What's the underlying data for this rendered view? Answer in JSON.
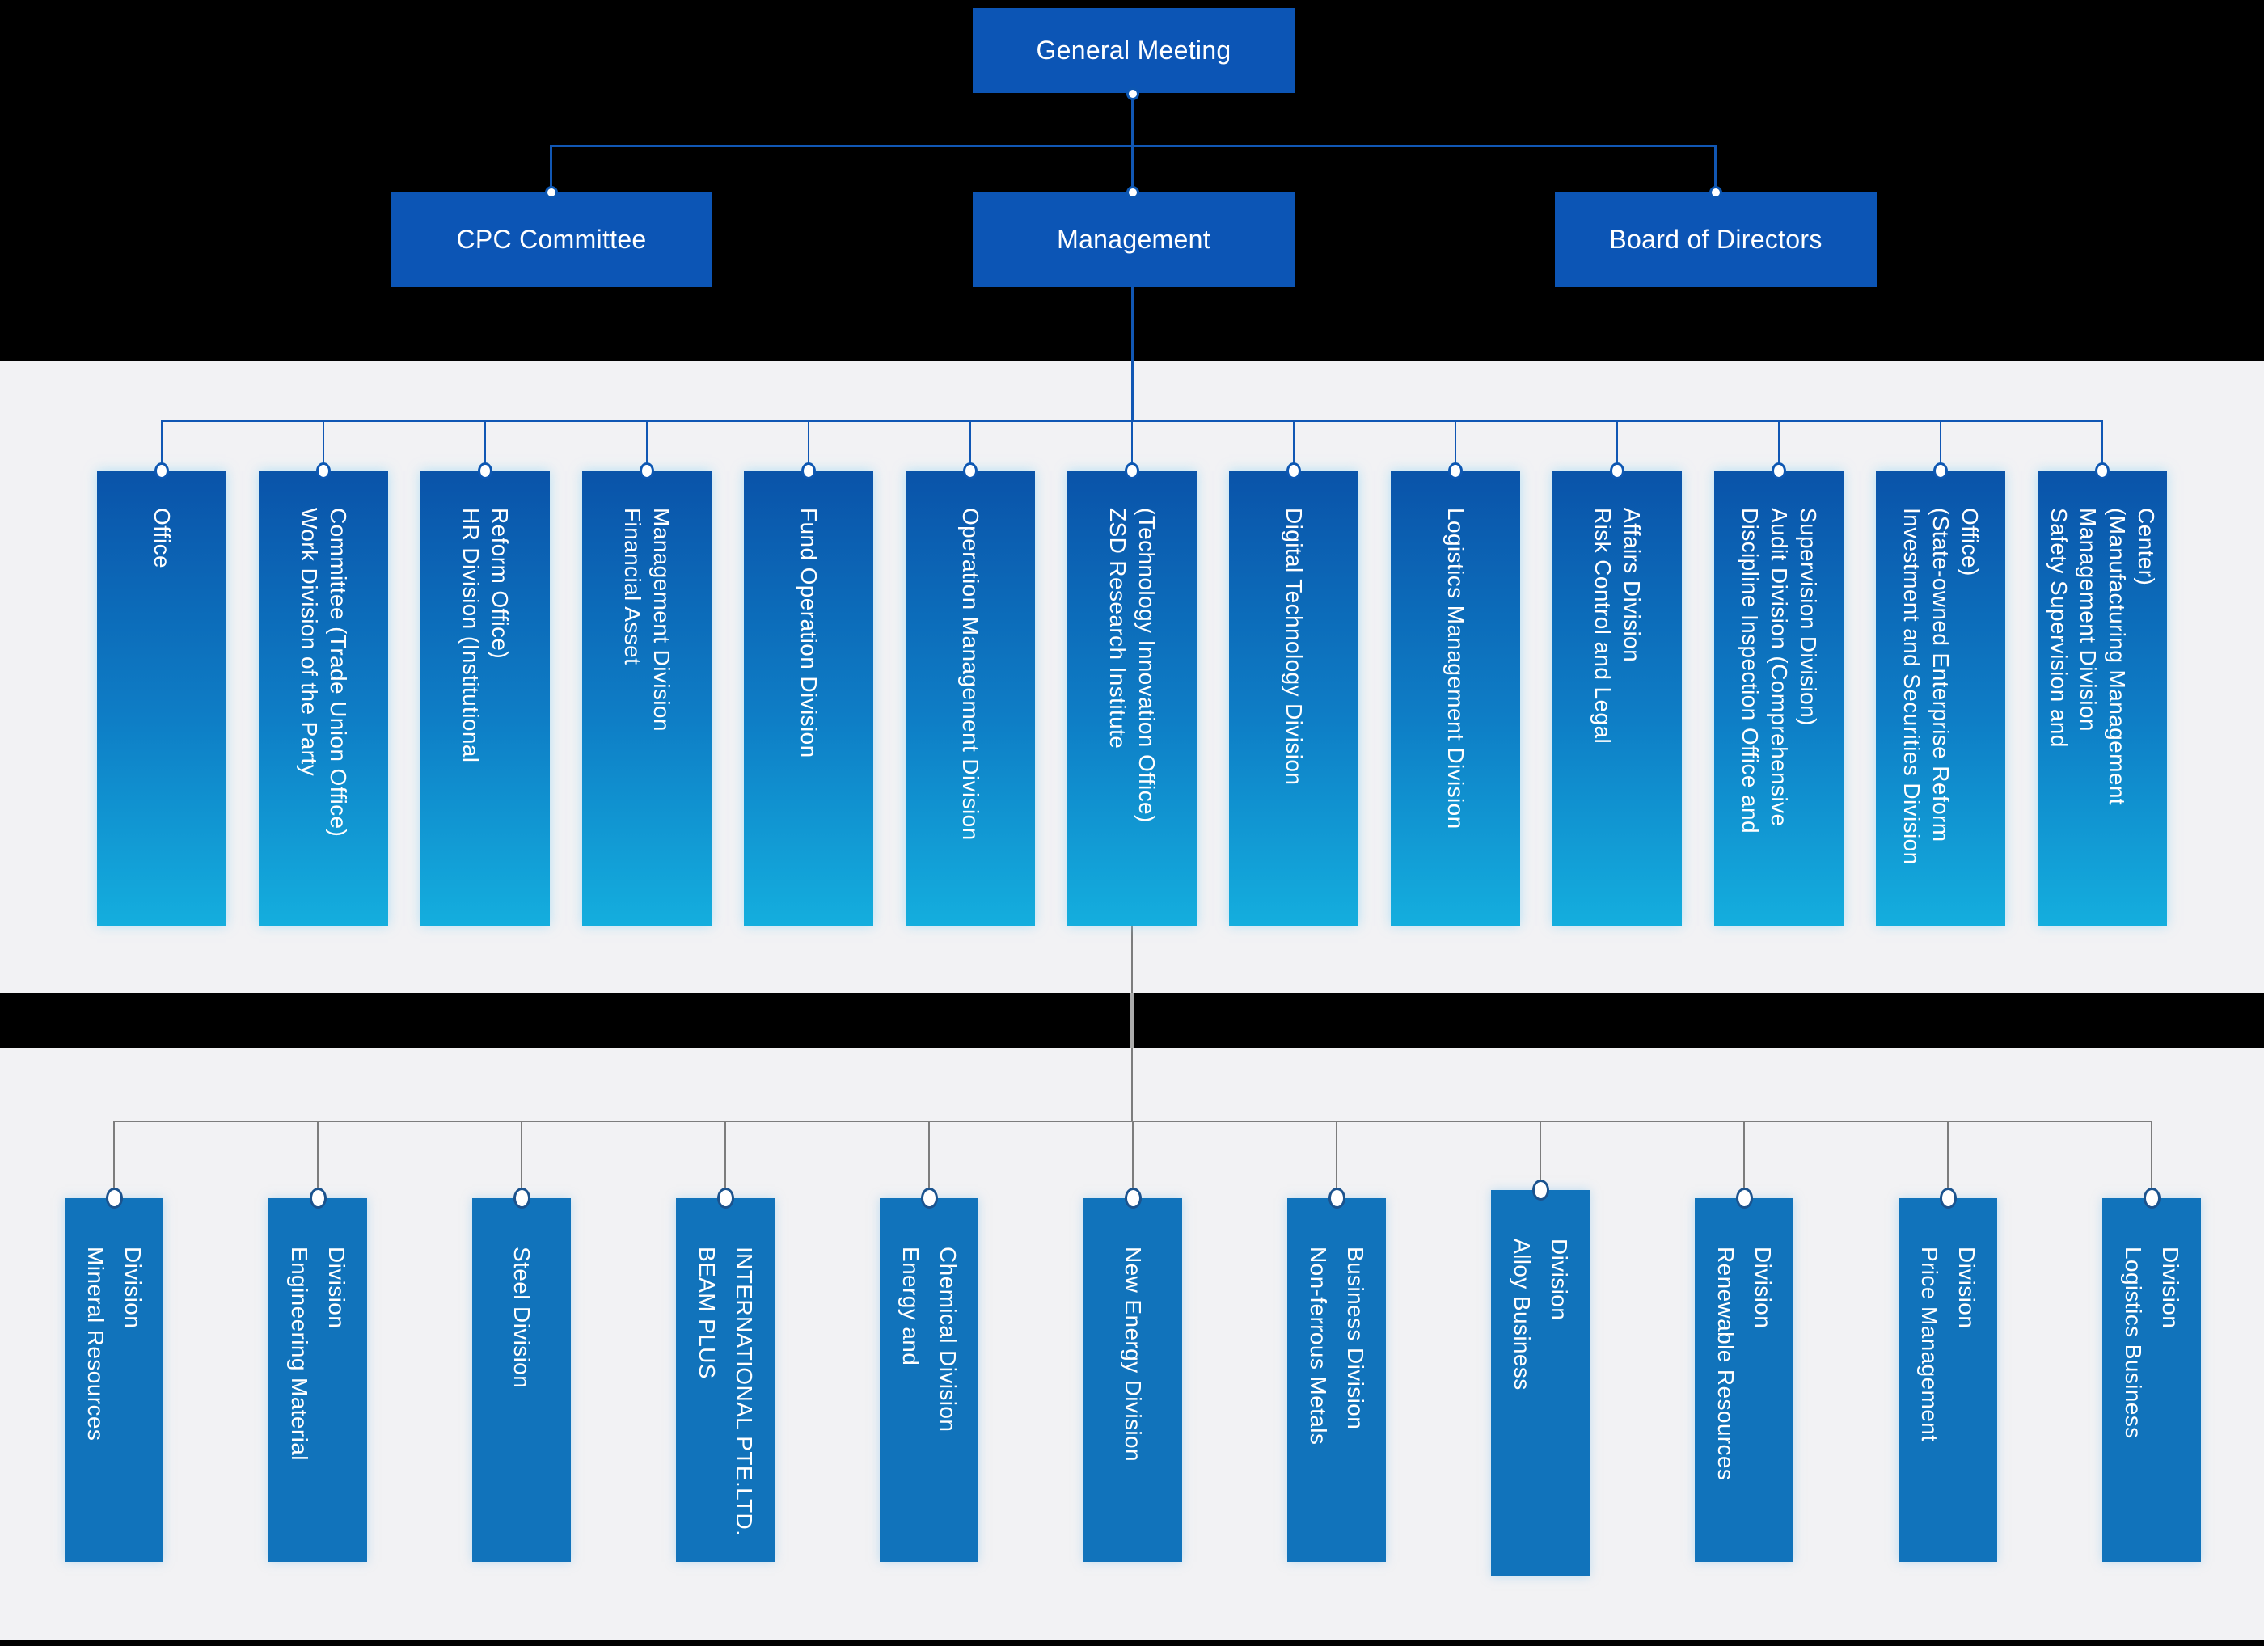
{
  "org_chart": {
    "level1": {
      "label": "General Meeting"
    },
    "level2": [
      {
        "label": "CPC Committee"
      },
      {
        "label": "Management"
      },
      {
        "label": "Board of Directors"
      }
    ],
    "departments": [
      {
        "label": "Office"
      },
      {
        "label": "Work Division of the Party\nCommittee (Trade Union Office)"
      },
      {
        "label": "HR Division (Institutional\nReform Office)"
      },
      {
        "label": "Financial Asset\nManagement Division"
      },
      {
        "label": "Fund Operation Division"
      },
      {
        "label": "Operation Management Division"
      },
      {
        "label": "ZSD Research Institute\n(Technology Innovation Office)"
      },
      {
        "label": "Digital Technology Division"
      },
      {
        "label": "Logistics Management Division"
      },
      {
        "label": "Risk Control and Legal\nAffairs Division"
      },
      {
        "label": "Discipline Inspection Office and\nAudit Division (Comprehensive\nSupervision Division)"
      },
      {
        "label": "Investment and Securities Division\n(State-owned Enterprise Reform\nOffice)"
      },
      {
        "label": "Safety Supervision and\nManagement Division\n(Manufacturing Management\nCenter)"
      }
    ],
    "business_divisions": [
      {
        "label": "Mineral Resources\nDivision"
      },
      {
        "label": "Engineering Material\nDivision"
      },
      {
        "label": "Steel Division"
      },
      {
        "label": "BEAM PLUS\nINTERNATIONAL PTE.LTD."
      },
      {
        "label": "Energy and\nChemical Division"
      },
      {
        "label": "New Energy Division"
      },
      {
        "label": "Non-ferrous Metals\nBusiness Division"
      },
      {
        "label": "Alloy Business\nDivision"
      },
      {
        "label": "Renewable Resources\nDivision"
      },
      {
        "label": "Price Management\nDivision"
      },
      {
        "label": "Logistics Business\nDivision"
      }
    ],
    "colors": {
      "background": "#f2f2f4",
      "black_band": "#000000",
      "top_box_blue": "#0c55b5",
      "department_gradient_top": "#0a53a9",
      "department_gradient_bottom": "#14aede",
      "division_blue": "#1173bb",
      "blue_connector": "#1157b4",
      "gray_connector": "#7d7d7d"
    }
  }
}
